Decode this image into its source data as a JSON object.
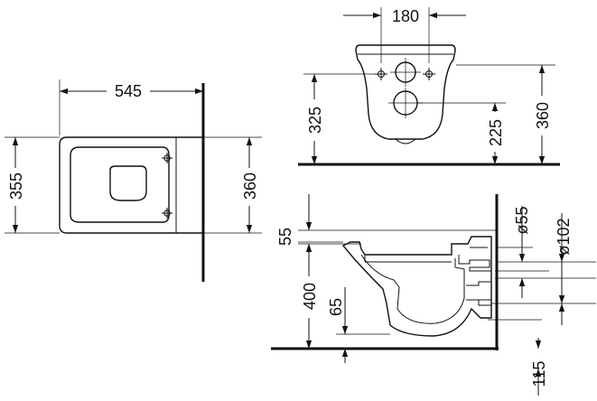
{
  "top_view": {
    "dim_width": "545",
    "dim_depth": "355",
    "dim_height": "360"
  },
  "rear_view": {
    "dim_bolt_spacing": "180",
    "dim_bolt_height": "325",
    "dim_outlet_height": "225",
    "dim_total_height": "360"
  },
  "side_view": {
    "dim_inlet_offset": "55",
    "dim_inlet_diameter": "ø55",
    "dim_outlet_diameter": "ø102",
    "dim_rim_height": "400",
    "dim_bowl_offset": "65",
    "dim_floor_offset": "115"
  }
}
